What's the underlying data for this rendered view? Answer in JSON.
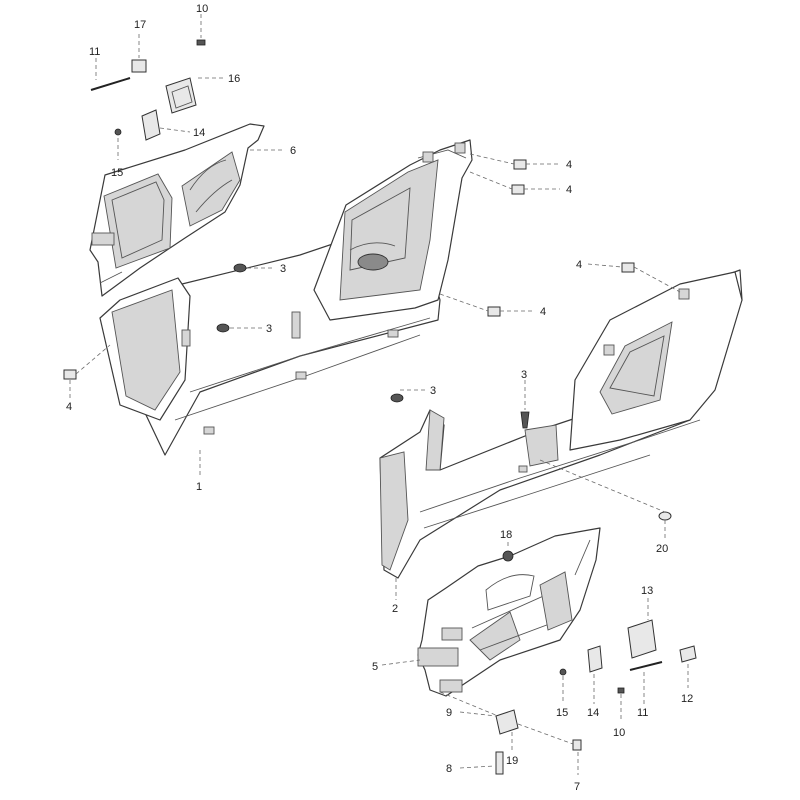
{
  "diagram": {
    "callouts": {
      "c1": "1",
      "c2": "2",
      "c3a": "3",
      "c3b": "3",
      "c3c": "3",
      "c3d": "3",
      "c4a": "4",
      "c4b": "4",
      "c4c": "4",
      "c4d": "4",
      "c4e": "4",
      "c5": "5",
      "c6": "6",
      "c7": "7",
      "c8": "8",
      "c9": "9",
      "c10a": "10",
      "c10b": "10",
      "c11a": "11",
      "c11b": "11",
      "c12": "12",
      "c13": "13",
      "c14a": "14",
      "c14b": "14",
      "c15a": "15",
      "c15b": "15",
      "c16": "16",
      "c17": "17",
      "c18": "18",
      "c19": "19",
      "c20": "20"
    }
  }
}
